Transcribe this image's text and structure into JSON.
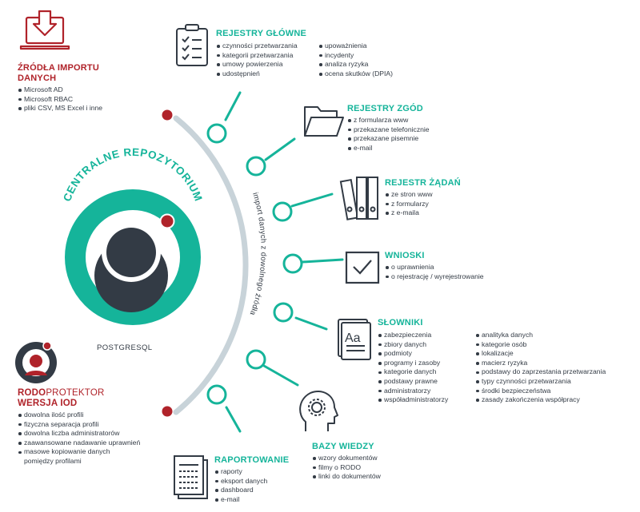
{
  "import_sources": {
    "title_line1": "ŹRÓDŁA IMPORTU",
    "title_line2": "DANYCH",
    "items": [
      "Microsoft AD",
      "Microsoft RBAC",
      "pliki CSV, MS Excel i inne"
    ]
  },
  "repository": {
    "title": "CENTRALNE REPOZYTORIUM",
    "subtitle": "POSTGRESQL"
  },
  "arc_label": "import danych z dowolnego źródła",
  "rodoprotektor": {
    "title_part1": "RODO",
    "title_part2": "PROTEKTOR",
    "title_line2": "WERSJA IOD",
    "items": [
      "dowolna ilość profili",
      "fizyczna separacja profili",
      "dowolna liczba administratorów",
      "zaawansowane nadawanie uprawnień",
      "masowe kopiowanie danych",
      "pomiędzy profilami"
    ]
  },
  "modules": {
    "rejestry_glowne": {
      "title": "REJESTRY GŁÓWNE",
      "col1": [
        "czynności przetwarzania",
        "kategorii przetwarzania",
        "umowy powierzenia",
        "udostępnień"
      ],
      "col2": [
        "upoważnienia",
        "incydenty",
        "analiza ryzyka",
        "ocena skutków (DPIA)"
      ]
    },
    "rejestry_zgod": {
      "title": "REJESTRY ZGÓD",
      "items": [
        "z formularza www",
        "przekazane telefonicznie",
        "przekazane pisemnie",
        "e-mail"
      ]
    },
    "rejestr_zadan": {
      "title": "REJESTR ŻĄDAŃ",
      "items": [
        "ze stron www",
        "z formularzy",
        "z e-maila"
      ]
    },
    "wnioski": {
      "title": "WNIOSKI",
      "items": [
        "o uprawnienia",
        "o rejestrację / wyrejestrowanie"
      ]
    },
    "slowniki": {
      "title": "SŁOWNIKI",
      "col1": [
        "zabezpieczenia",
        "zbiory danych",
        "podmioty",
        "programy i zasoby",
        "kategorie danych",
        "podstawy prawne",
        "administratorzy",
        "współadministratorzy"
      ],
      "col2": [
        "analityka danych",
        "kategorie osób",
        "lokalizacje",
        "macierz ryzyka",
        "podstawy do zaprzestania przetwarzania",
        "typy czynności przetwarzania",
        "środki bezpieczeństwa",
        "zasady zakończenia współpracy"
      ]
    },
    "bazy_wiedzy": {
      "title": "BAZY WIEDZY",
      "items": [
        "wzory dokumentów",
        "filmy o RODO",
        "linki do dokumentów"
      ]
    },
    "raportowanie": {
      "title": "RAPORTOWANIE",
      "items": [
        "raporty",
        "eksport danych",
        "dashboard",
        "e-mail"
      ]
    }
  },
  "icons": {
    "import": "laptop-download-icon",
    "rejestry_glowne": "checklist-icon",
    "rejestry_zgod": "folder-icon",
    "rejestr_zadan": "binders-icon",
    "wnioski": "checkbox-icon",
    "slowniki": "dictionary-icon",
    "bazy_wiedzy": "head-gear-icon",
    "raportowanie": "report-icon",
    "rodoprotektor": "user-badge-icon"
  },
  "colors": {
    "teal": "#15b49a",
    "red": "#b0232a",
    "dark": "#333b45",
    "arc": "#c8d3d9"
  }
}
